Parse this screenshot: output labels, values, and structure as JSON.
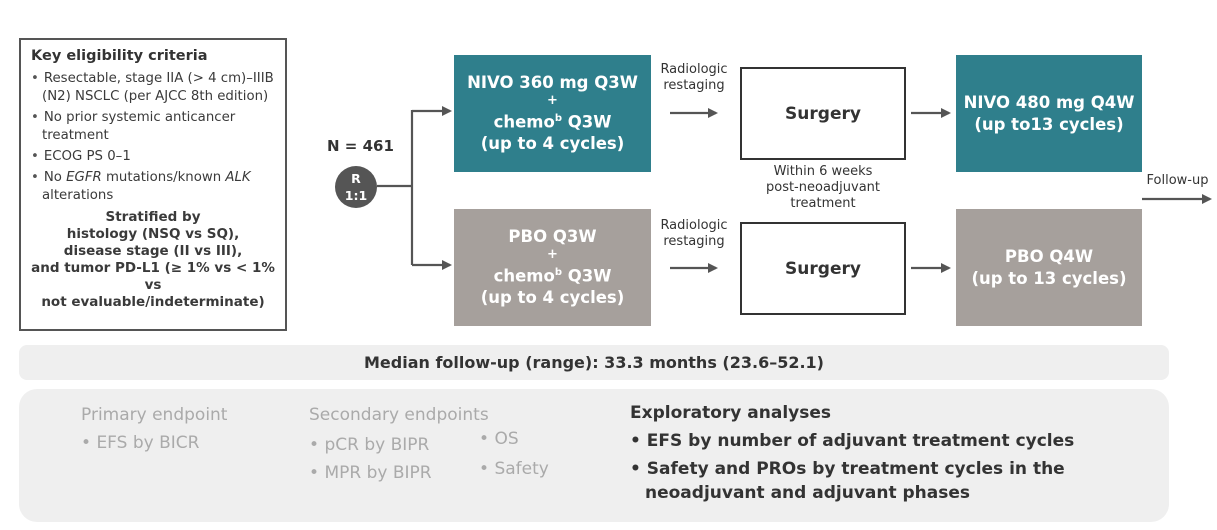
{
  "eligibility": {
    "title": "Key eligibility criteria",
    "items": [
      "Resectable, stage IIA (> 4 cm)–IIIB (N2) NSCLC (per AJCC 8th edition)",
      "No prior systemic anticancer treatment",
      "ECOG PS 0–1"
    ],
    "item4_pre": "No ",
    "item4_em1": "EGFR",
    "item4_mid": " mutations/known ",
    "item4_em2": "ALK",
    "item4_post": " alterations",
    "stratified": [
      "Stratified by",
      "histology (NSQ vs SQ),",
      "disease stage (II vs III),",
      "and tumor PD-L1 (≥ 1% vs < 1% vs",
      "not evaluable/indeterminate)"
    ]
  },
  "randomization": {
    "n_label": "N = 461",
    "badge_top": "R",
    "badge_bottom": "1:1"
  },
  "arm_nivo": {
    "neo_line1": "NIVO 360 mg Q3W",
    "plus": "+",
    "chemo": "chemo",
    "chemo_sup": "b",
    "chemo_dose": " Q3W",
    "cycles": "(up to 4 cycles)",
    "restaging": [
      "Radiologic",
      "restaging"
    ],
    "surgery": "Surgery",
    "adj_line1": "NIVO 480 mg Q4W",
    "adj_line2": "(up to13 cycles)"
  },
  "arm_pbo": {
    "neo_line1": "PBO Q3W",
    "plus": "+",
    "chemo": "chemo",
    "chemo_sup": "b",
    "chemo_dose": " Q3W",
    "cycles": "(up to 4 cycles)",
    "restaging": [
      "Radiologic",
      "restaging"
    ],
    "surgery": "Surgery",
    "adj_line1": "PBO Q4W",
    "adj_line2": "(up to 13 cycles)"
  },
  "timing_note": [
    "Within 6 weeks",
    "post-neoadjuvant",
    "treatment"
  ],
  "follow_up": "Follow-up",
  "median_followup": "Median follow-up (range): 33.3 months (23.6–52.1)",
  "endpoints": {
    "primary_title": "Primary endpoint",
    "primary_items": [
      "EFS by BICR"
    ],
    "secondary_title": "Secondary endpoints",
    "secondary_col1": [
      "pCR by BIPR",
      "MPR by BIPR"
    ],
    "secondary_col2": [
      "OS",
      "Safety"
    ],
    "exploratory_title": "Exploratory analyses",
    "exploratory_items": [
      "EFS by number of adjuvant treatment cycles",
      "Safety and PROs by treatment cycles in the",
      "neoadjuvant and adjuvant phases"
    ]
  },
  "colors": {
    "teal": "#2f7f8c",
    "grey": "#a6a09c",
    "dark": "#555555",
    "panel": "#efefef"
  }
}
